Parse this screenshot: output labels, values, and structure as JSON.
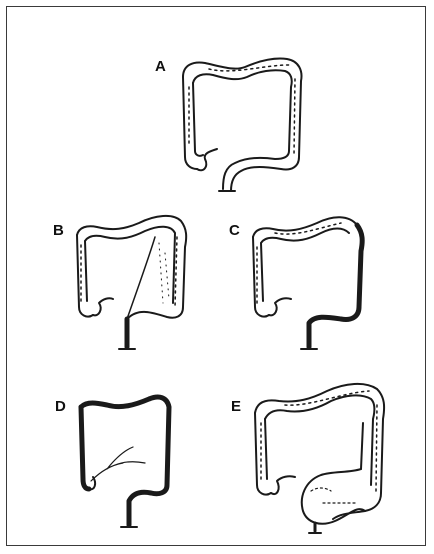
{
  "figure": {
    "panels": [
      {
        "label": "A",
        "description_icon": "colon-normal-icon"
      },
      {
        "label": "B",
        "description_icon": "colon-right-resection-icon"
      },
      {
        "label": "C",
        "description_icon": "colon-left-resection-icon"
      },
      {
        "label": "D",
        "description_icon": "colon-total-icon"
      },
      {
        "label": "E",
        "description_icon": "colon-sigmoid-dilated-icon"
      }
    ]
  },
  "colors": {
    "line": "#1a1a1a",
    "border": "#3a3a3a",
    "background": "#ffffff"
  }
}
